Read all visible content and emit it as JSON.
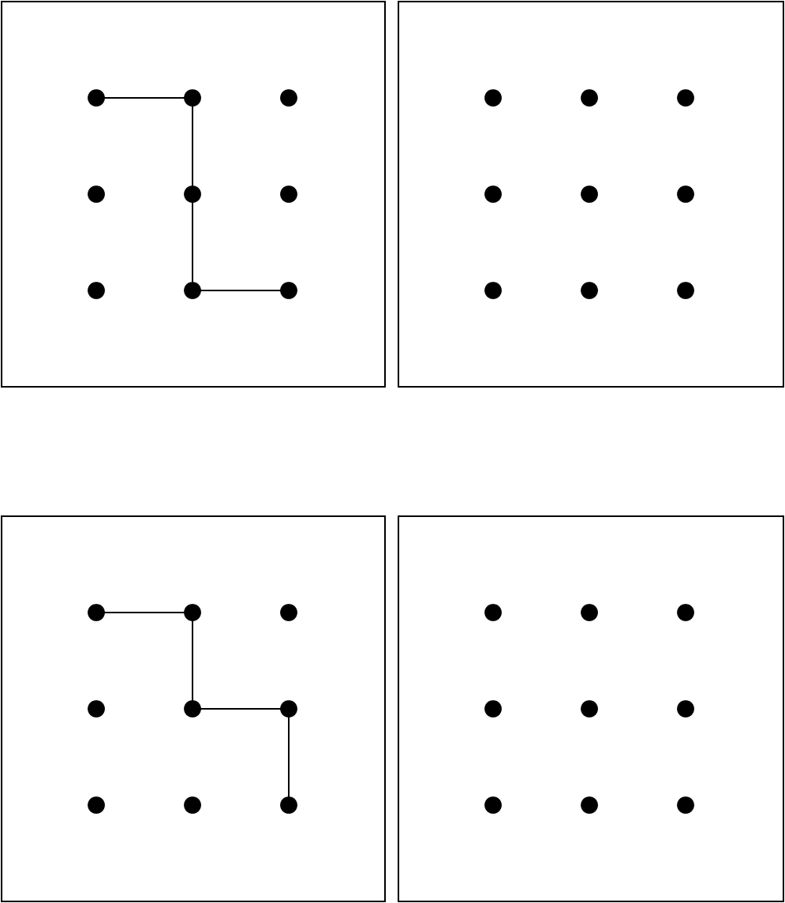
{
  "colors": {
    "dot": "#000000",
    "line": "#000000",
    "border": "#000000",
    "background": "#ffffff"
  },
  "grid": {
    "rows": 3,
    "cols": 3
  },
  "panels": [
    {
      "id": "top-left",
      "path": [
        [
          0,
          0
        ],
        [
          0,
          1
        ],
        [
          1,
          1
        ],
        [
          2,
          1
        ],
        [
          2,
          2
        ]
      ]
    },
    {
      "id": "top-right",
      "path": []
    },
    {
      "id": "bottom-left",
      "path": [
        [
          0,
          0
        ],
        [
          0,
          1
        ],
        [
          1,
          1
        ],
        [
          1,
          2
        ],
        [
          2,
          2
        ]
      ]
    },
    {
      "id": "bottom-right",
      "path": []
    }
  ]
}
